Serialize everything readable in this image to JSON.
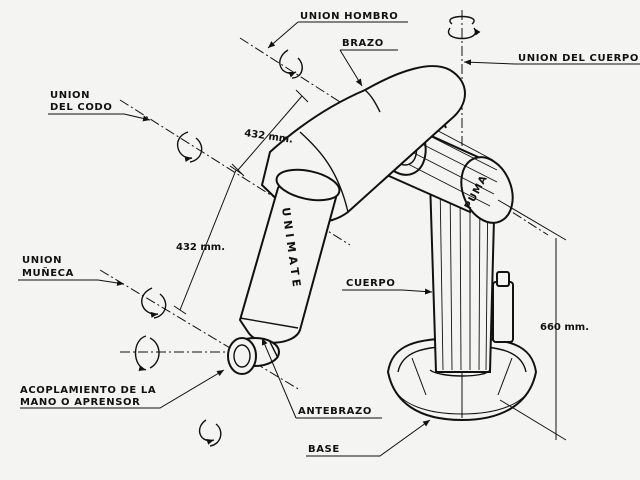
{
  "labels": {
    "union_hombro": "UNION HOMBRO",
    "brazo": "BRAZO",
    "union_del_cuerpo": "UNION DEL CUERPO",
    "union_del_codo_1": "UNION",
    "union_del_codo_2": "DEL CODO",
    "union_muneca_1": "UNION",
    "union_muneca_2": "MUÑECA",
    "cuerpo": "CUERPO",
    "acoplamiento_1": "ACOPLAMIENTO DE LA",
    "acoplamiento_2": "MANO O APRENSOR",
    "antebrazo": "ANTEBRAZO",
    "base": "BASE"
  },
  "dimensions": {
    "upper_arm": "432 mm.",
    "forearm": "432 mm.",
    "body_height": "660 mm."
  },
  "branding": {
    "forearm_text": "UNIMATE",
    "shoulder_text": "PUMA"
  }
}
